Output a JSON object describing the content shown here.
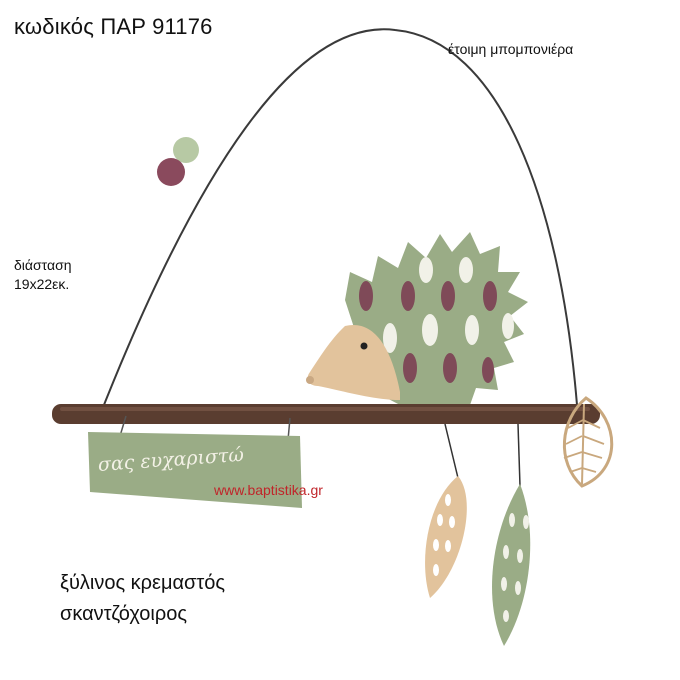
{
  "product": {
    "code": "κωδικός ΠΑΡ 91176",
    "ready": "έτοιμη μπομπονιέρα",
    "dimension_label": "διάσταση",
    "dimension_value": "19x22εκ.",
    "website": "www.baptistika.gr",
    "title_line1": "ξύλινος κρεμαστός",
    "title_line2": "σκαντζόχοιρος"
  },
  "sign": {
    "text": "σας ευχαριστώ"
  },
  "colors": {
    "branch": "#5a3d30",
    "sage": "#9aac86",
    "mauve": "#7f4a58",
    "wood": "#e2c39c",
    "url_red": "#c0252a"
  }
}
